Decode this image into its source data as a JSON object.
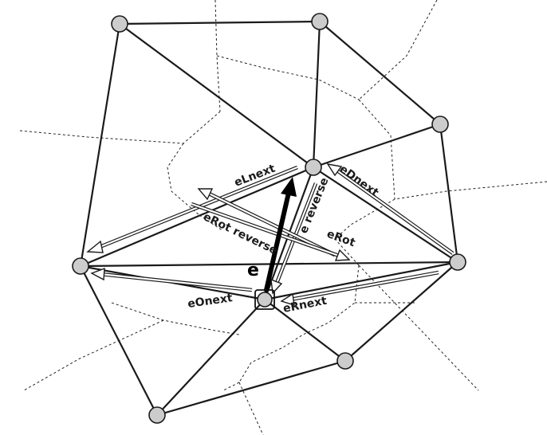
{
  "labels": {
    "e": "e",
    "eLnext": "eLnext",
    "eDnext": "eDnext",
    "e_reverse": "e reverse",
    "eRot_reverse": "eRot reverse",
    "eRot": "eRot",
    "eOnext": "eOnext",
    "eRnext": "eRnext"
  },
  "colors": {
    "vertex_fill": "#cccccc",
    "stroke": "#1a1a1a",
    "background": "#ffffff"
  }
}
